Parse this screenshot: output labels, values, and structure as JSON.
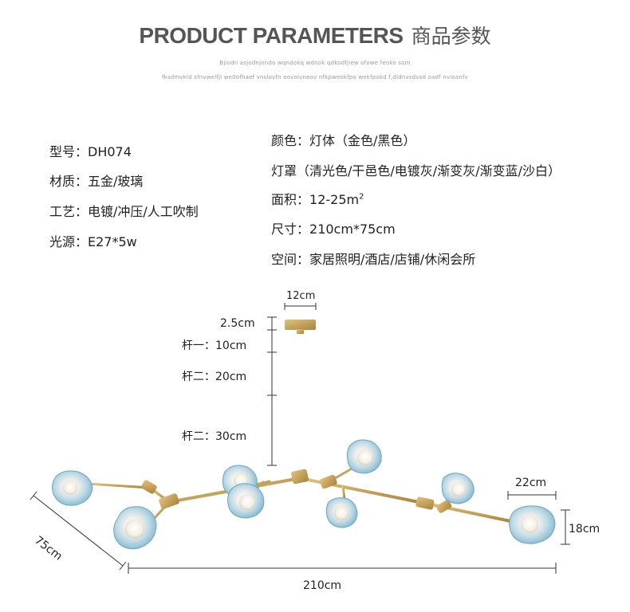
{
  "header": {
    "title_en": "PRODUCT PARAMETERS",
    "title_cn": "商品参数",
    "subtitle_1": "Bjiodn asjodnjondo wqndokq wdnok qdkodfjiew ofowe feoko sam",
    "subtitle_2": "fksdmvkld sfnvwelfjl we0ofhaef vnslovfn eovoivneov nfkpweokfpo wekfpokd f,dldnvsdvsd oadf nvioanfv"
  },
  "specs_left": [
    {
      "label": "型号：",
      "value": "DH074"
    },
    {
      "label": "材质：",
      "value": "五金/玻璃"
    },
    {
      "label": "工艺：",
      "value": "电镀/冲压/人工吹制"
    },
    {
      "label": "光源：",
      "value": "E27*5w"
    }
  ],
  "specs_right": {
    "color": {
      "label": "颜色：",
      "value": "灯体（金色/黑色）"
    },
    "shade": {
      "label": "灯罩",
      "value": "（清光色/干邑色/电镀灰/渐变灰/渐变蓝/沙白）"
    },
    "area": {
      "label": "面积：",
      "value": "12-25m",
      "sup": "2"
    },
    "size": {
      "label": "尺寸：",
      "value": "210cm*75cm"
    },
    "space": {
      "label": "空间：",
      "value": "家居照明/酒店/店铺/休闲会所"
    }
  },
  "dimensions": {
    "canopy_width": "12cm",
    "canopy_height": "2.5cm",
    "rod_1": "杆一：10cm",
    "rod_2a": "杆二：20cm",
    "rod_2b": "杆二：30cm",
    "shade_width": "22cm",
    "shade_height": "18cm",
    "depth": "75cm",
    "length": "210cm"
  },
  "colors": {
    "gold": "#c8a259",
    "gold_dark": "#a8843c",
    "glass_blue": "#8fc3d8",
    "dim_line": "#333333"
  }
}
